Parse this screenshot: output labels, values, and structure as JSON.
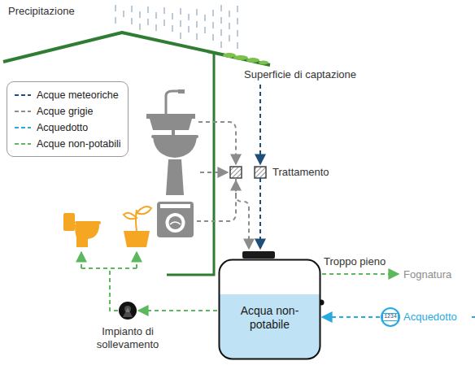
{
  "diagram": {
    "nodes": [
      {
        "text": [
          "Acqua non-potabile"
        ]
      },
      {
        "text": [
          "Impianto di sollevamento"
        ]
      },
      {
        "text": [
          "1234"
        ]
      }
    ],
    "edges": [
      {
        "from": 0,
        "to": 1,
        "arrow": "to"
      },
      {
        "from": 2,
        "to": 0,
        "arrow": "to"
      }
    ],
    "labels": [
      "Precipitazione",
      "Superficie di captazione",
      "Trattamento",
      "Troppo pieno",
      "Fognatura",
      "Acquedotto"
    ],
    "legend": [
      {
        "text": "Acque meteoriche"
      },
      {
        "text": "Acque grigie"
      },
      {
        "text": "Acquedotto"
      },
      {
        "text": "Acque non-potabili"
      }
    ]
  }
}
